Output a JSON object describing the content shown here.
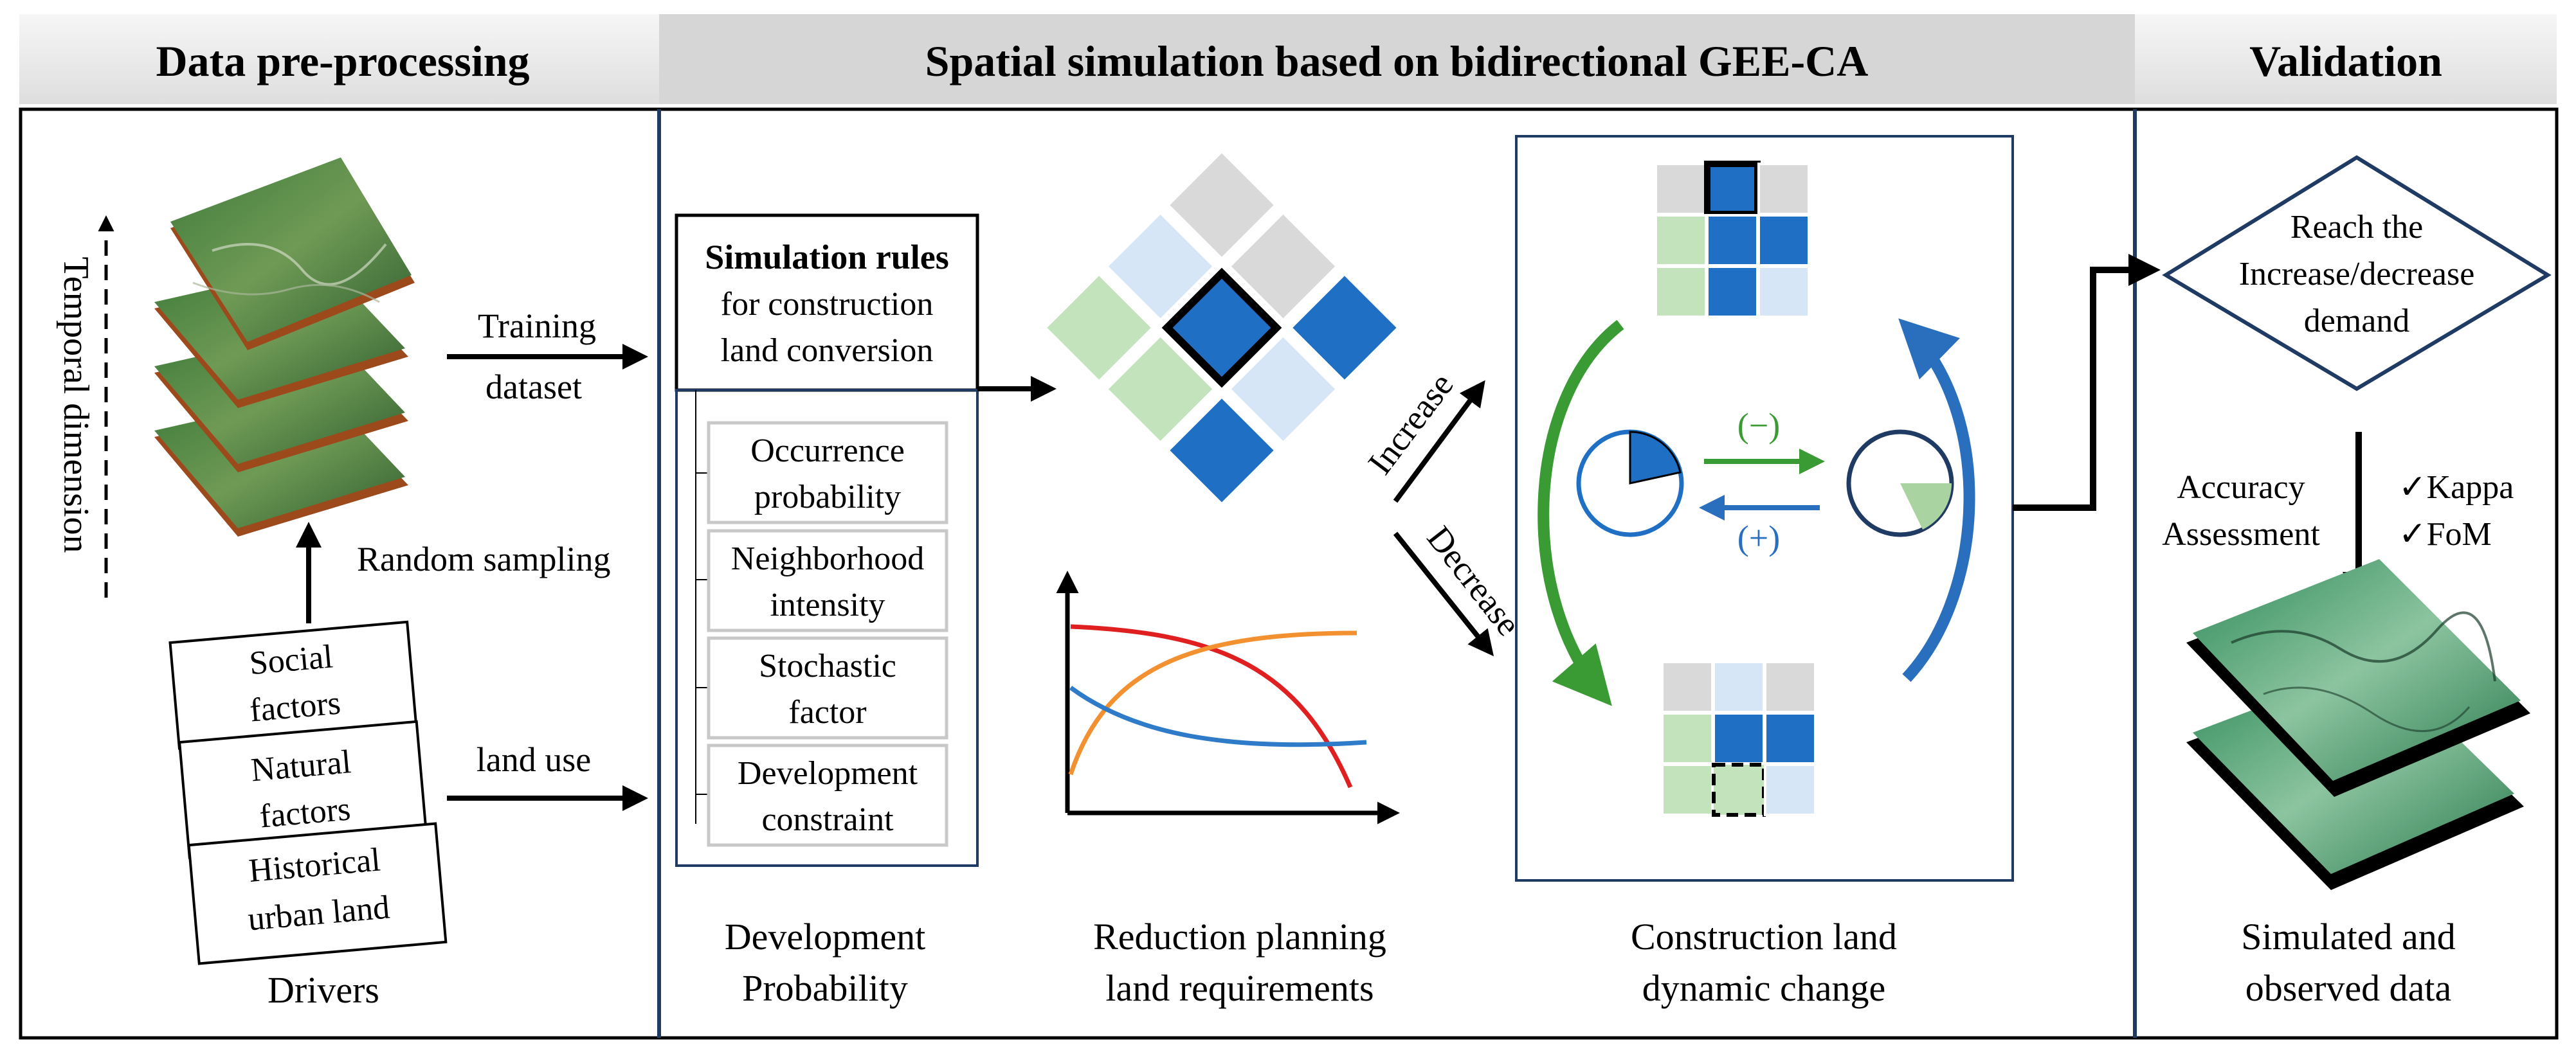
{
  "headers": {
    "data_preprocessing": "Data pre-processing",
    "spatial_simulation": "Spatial simulation based on bidirectional GEE-CA",
    "validation": "Validation"
  },
  "left": {
    "temporal_dimension": "Temporal dimension",
    "training_line1": "Training",
    "training_line2": "dataset",
    "random_sampling": "Random sampling",
    "land_use": "land use",
    "drivers": "Drivers",
    "cards": [
      {
        "line1": "Social",
        "line2": "factors"
      },
      {
        "line1": "Natural",
        "line2": "factors"
      },
      {
        "line1": "Historical",
        "line2": "urban land"
      }
    ]
  },
  "middle": {
    "rules_title": "Simulation rules",
    "rules_sub1": "for construction",
    "rules_sub2": "land conversion",
    "factors": [
      {
        "line1": "Occurrence",
        "line2": "probability"
      },
      {
        "line1": "Neighborhood",
        "line2": "intensity"
      },
      {
        "line1": "Stochastic",
        "line2": "factor"
      },
      {
        "line1": "Development",
        "line2": "constraint"
      }
    ],
    "dev_prob_line1": "Development",
    "dev_prob_line2": "Probability",
    "reduction_line1": "Reduction planning",
    "reduction_line2": "land requirements",
    "increase": "Increase",
    "decrease": "Decrease",
    "minus": "(−)",
    "plus": "(+)",
    "construction_line1": "Construction land",
    "construction_line2": "dynamic change"
  },
  "right": {
    "diamond_line1": "Reach the",
    "diamond_line2": "Increase/decrease",
    "diamond_line3": "demand",
    "accuracy_line1": "Accuracy",
    "accuracy_line2": "Assessment",
    "kappa": "✓Kappa",
    "fom": "✓FoM",
    "simulated_line1": "Simulated and",
    "simulated_line2": "observed data"
  },
  "colors": {
    "dark_blue": "#1f6fc5",
    "light_blue": "#d6e6f7",
    "light_green": "#c3e3bd",
    "gray": "#d9d9d9",
    "green_arrow": "#3a9b35",
    "blue_arrow": "#2a6fbe",
    "red_curve": "#e02020",
    "orange_curve": "#f39030",
    "blue_curve": "#2e7cc9",
    "header_bg": "#e8e8e8",
    "navy_border": "#1f3a63"
  }
}
